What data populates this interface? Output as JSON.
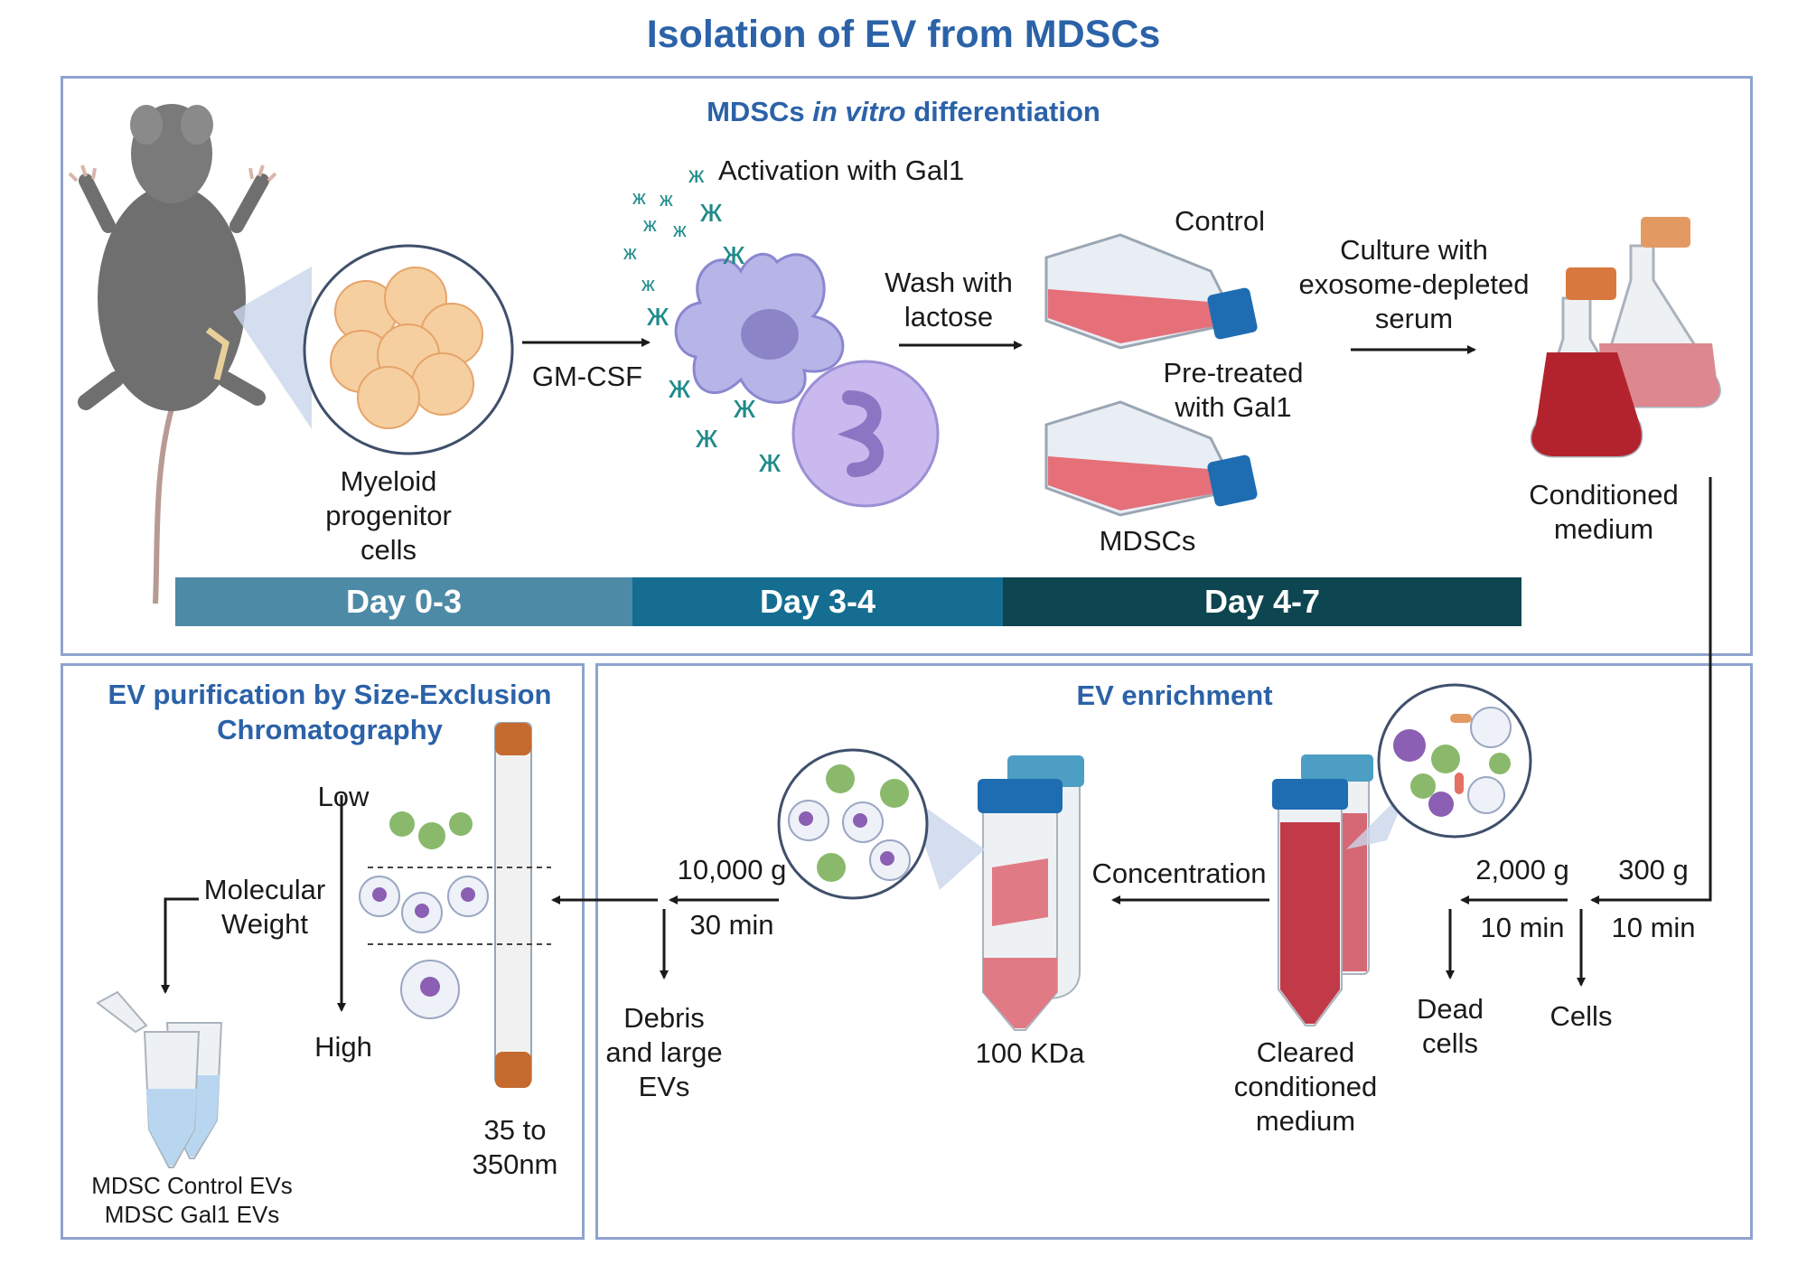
{
  "title": "Isolation of EV from MDSCs",
  "panel_top": {
    "heading_pre": "MDSCs ",
    "heading_em": "in vitro",
    "heading_post": " differentiation",
    "myeloid_label": [
      "Myeloid",
      "progenitor",
      "cells"
    ],
    "gmcsf": "GM-CSF",
    "activation": "Activation with Gal1",
    "wash": [
      "Wash with",
      "lactose"
    ],
    "control": "Control",
    "pretreated": [
      "Pre-treated",
      "with Gal1"
    ],
    "mdscs": "MDSCs",
    "culture": [
      "Culture with",
      "exosome-depleted",
      "serum"
    ],
    "conditioned": [
      "Conditioned",
      "medium"
    ],
    "days": [
      "Day 0-3",
      "Day 3-4",
      "Day 4-7"
    ]
  },
  "panel_sec": {
    "heading": [
      "EV purification by Size-Exclusion",
      "Chromatography"
    ],
    "low": "Low",
    "high": "High",
    "mw": [
      "Molecular",
      "Weight"
    ],
    "size": [
      "35 to",
      "350nm"
    ],
    "tubes_label": [
      "MDSC Control EVs",
      "MDSC Gal1 EVs"
    ]
  },
  "panel_enrich": {
    "heading": "EV enrichment",
    "g300": "300 g",
    "min10a": "10 min",
    "cells": "Cells",
    "g2000": "2,000 g",
    "min10b": "10 min",
    "dead_cells": [
      "Dead",
      "cells"
    ],
    "cleared": [
      "Cleared",
      "conditioned",
      "medium"
    ],
    "concentration": "Concentration",
    "kda": "100 KDa",
    "g10000": "10,000 g",
    "min30": "30 min",
    "debris": [
      "Debris",
      "and large",
      "EVs"
    ]
  },
  "colors": {
    "title_blue": "#2b62a8",
    "panel_border": "#8ea3cf",
    "day1": "#4d8aa6",
    "day2": "#156e92",
    "day3": "#0d4650"
  }
}
